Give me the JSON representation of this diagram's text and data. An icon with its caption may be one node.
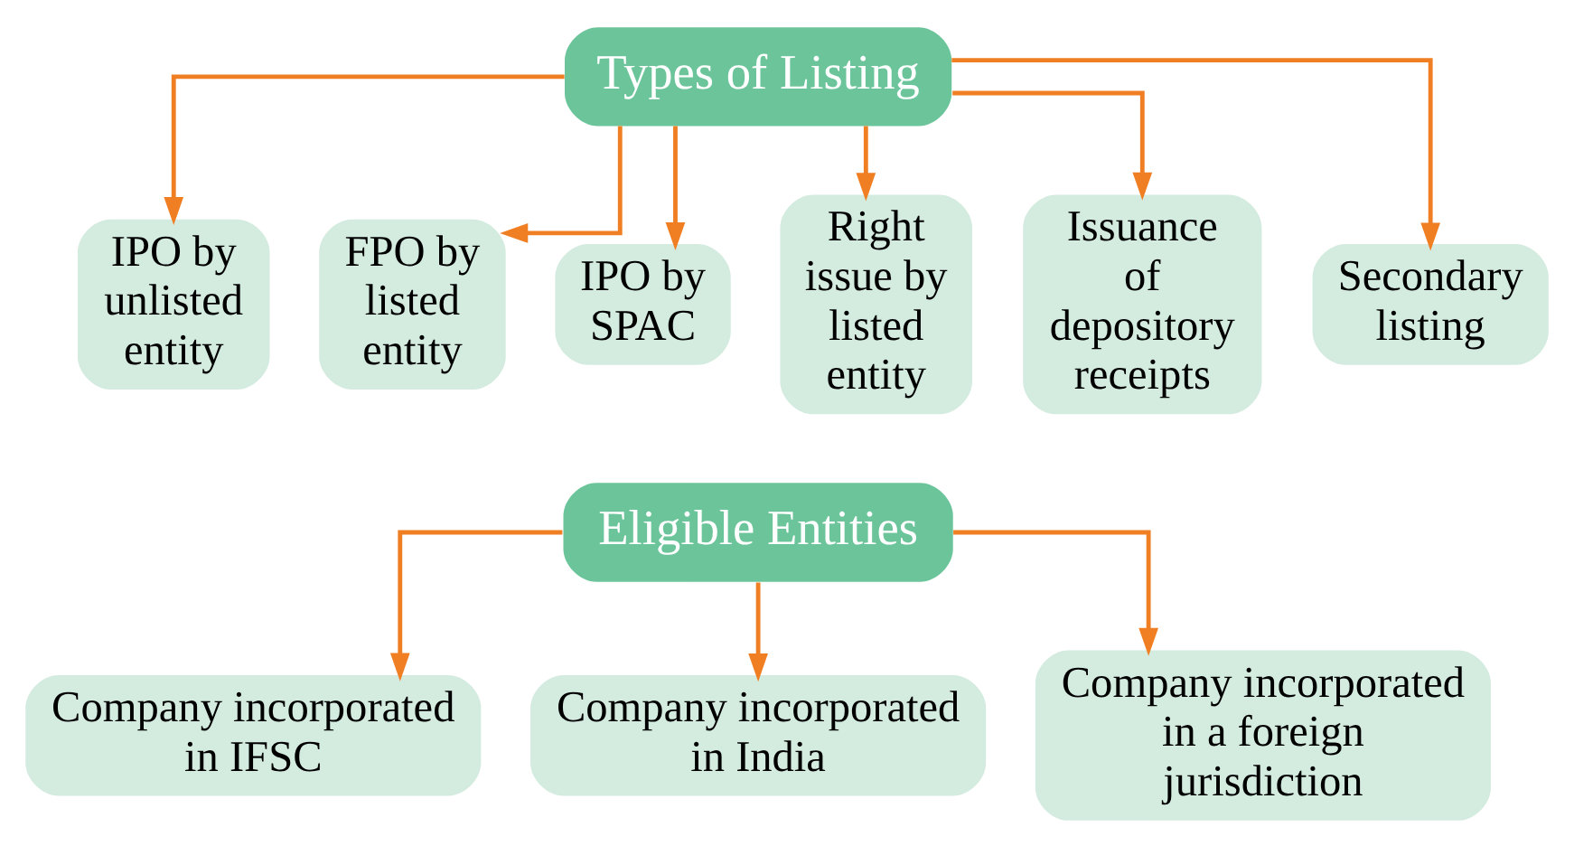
{
  "diagram": {
    "nodes": [
      {
        "text": [
          "Types of Listing"
        ]
      },
      {
        "text": [
          "IPO by unlisted entity"
        ]
      },
      {
        "text": [
          "FPO by listed entity"
        ]
      },
      {
        "text": [
          "IPO by SPAC"
        ]
      },
      {
        "text": [
          "Right issue by listed entity"
        ]
      },
      {
        "text": [
          "Issuance of depository receipts"
        ]
      },
      {
        "text": [
          "Secondary listing"
        ]
      },
      {
        "text": [
          "Eligible Entities"
        ]
      },
      {
        "text": [
          "Company incorporated in IFSC"
        ]
      },
      {
        "text": [
          "Company incorporated in India"
        ]
      },
      {
        "text": [
          "Company incorporated in a foreign jurisdiction"
        ]
      }
    ],
    "edges": [
      {
        "from": 0,
        "to": 1,
        "arrow": "to"
      },
      {
        "from": 0,
        "to": 2,
        "arrow": "to"
      },
      {
        "from": 0,
        "to": 3,
        "arrow": "to"
      },
      {
        "from": 0,
        "to": 4,
        "arrow": "to"
      },
      {
        "from": 0,
        "to": 5,
        "arrow": "to"
      },
      {
        "from": 0,
        "to": 6,
        "arrow": "to"
      },
      {
        "from": 7,
        "to": 8,
        "arrow": "to"
      },
      {
        "from": 7,
        "to": 9,
        "arrow": "to"
      },
      {
        "from": 7,
        "to": 10,
        "arrow": "to"
      }
    ]
  }
}
